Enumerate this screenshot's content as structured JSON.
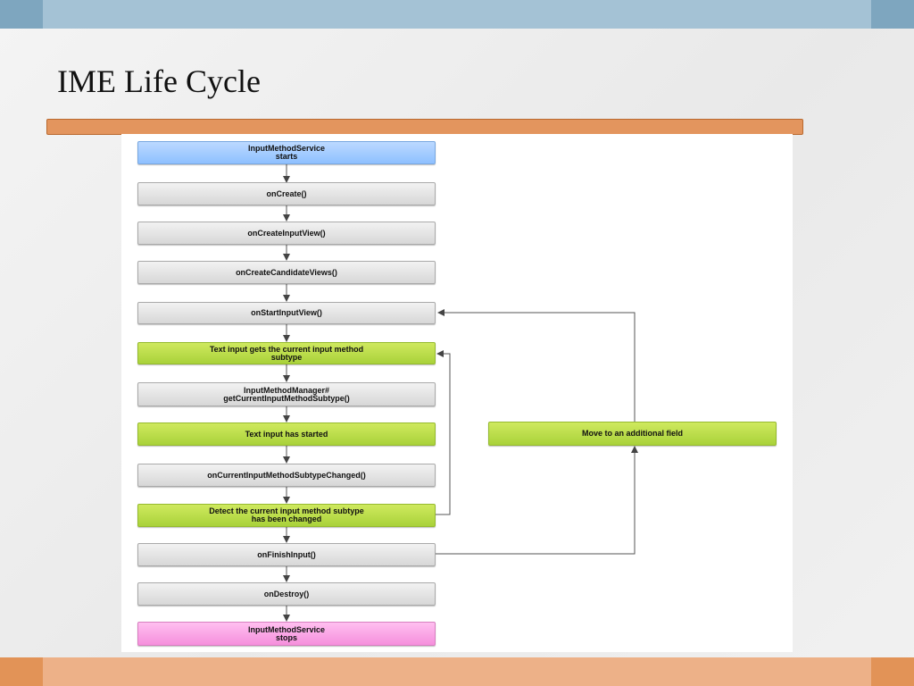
{
  "slide": {
    "title": "IME Life Cycle"
  },
  "colors": {
    "start": "#8ec0ff",
    "step": "#d7d7d7",
    "highlight": "#a9d23a",
    "end": "#f58fdc",
    "title_rule": "#e3955e",
    "top_band": "#a4c2d5",
    "bottom_band": "#edb188"
  },
  "diagram": {
    "nodes": {
      "start": "InputMethodService\nstarts",
      "on_create": "onCreate()",
      "on_create_input_view": "onCreateInputView()",
      "on_create_candidate_views": "onCreateCandidateViews()",
      "on_start_input_view": "onStartInputView()",
      "text_input_gets_subtype": "Text input gets the current input method\nsubtype",
      "get_current_subtype": "InputMethodManager#\ngetCurrentInputMethodSubtype()",
      "text_input_started": "Text input has started",
      "on_subtype_changed": "onCurrentInputMethodSubtypeChanged()",
      "detect_subtype_changed": "Detect the current input method subtype\nhas been changed",
      "on_finish_input": "onFinishInput()",
      "on_destroy": "onDestroy()",
      "stop": "InputMethodService\nstops",
      "move_additional_field": "Move to an additional field"
    }
  }
}
